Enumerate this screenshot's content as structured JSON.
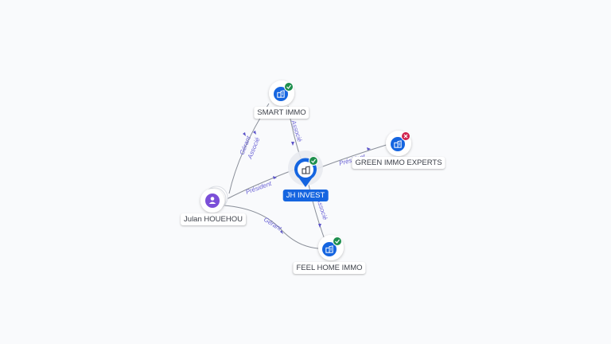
{
  "nodes": {
    "jh_invest": {
      "label": "JH INVEST",
      "type": "company",
      "status": "active"
    },
    "smart_immo": {
      "label": "SMART IMMO",
      "type": "company",
      "status": "active"
    },
    "green_immo": {
      "label": "GREEN IMMO EXPERTS",
      "type": "company",
      "status": "closed"
    },
    "feel_home": {
      "label": "FEEL HOME IMMO",
      "type": "company",
      "status": "active"
    },
    "julan": {
      "label": "Julan HOUEHOU",
      "type": "person"
    }
  },
  "edges": {
    "julan_smart_1": "Gérant",
    "julan_smart_2": "Associé",
    "smart_jh": "Associé",
    "jh_green": "Président",
    "julan_jh": "Président",
    "jh_feel": "Associé",
    "julan_feel": "Gérant"
  },
  "icons": {
    "company": "building-icon",
    "person": "user-icon",
    "active": "check-badge-icon",
    "closed": "cross-badge-icon"
  },
  "colors": {
    "company": "#1565e0",
    "person": "#7b4fd8",
    "active": "#1e8f4e",
    "closed": "#d0254f",
    "edge_label": "#6b63d6"
  }
}
